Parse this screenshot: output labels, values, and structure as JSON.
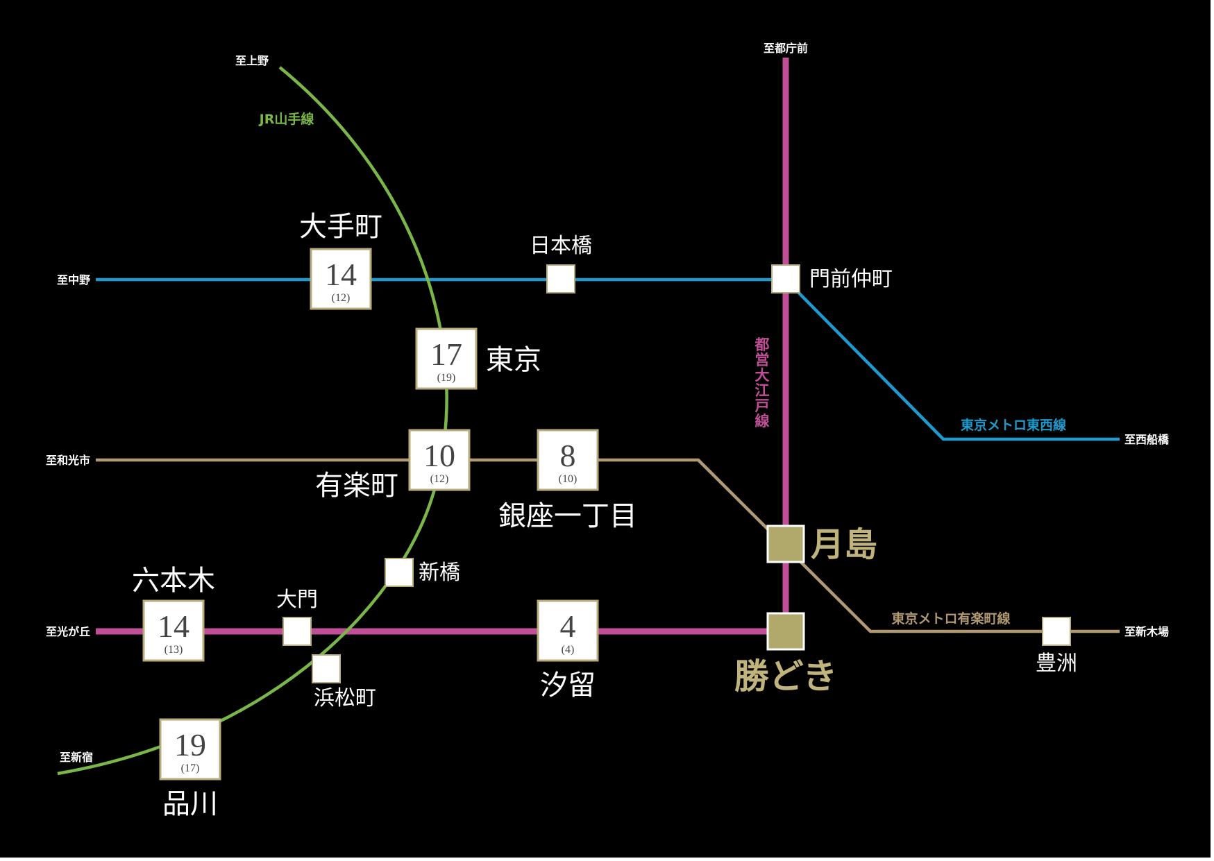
{
  "colors": {
    "background": "#000000",
    "border": "#ffffff",
    "jr_yamanote": "#7ab648",
    "toei_oedo": "#c14f97",
    "metro_tozai": "#1e9bce",
    "metro_yurakucho": "#b19a73",
    "station_fill": "#ffffff",
    "station_stroke": "#b8ac7c",
    "highlight_station": "#b1a86c",
    "highlight_text": "#c0b37c",
    "time_text": "#444444",
    "label_text": "#ffffff"
  },
  "lines": {
    "jr_yamanote": "JR山手線",
    "toei_oedo": "都営大江戸線",
    "metro_tozai": "東京メトロ東西線",
    "metro_yurakucho": "東京メトロ有楽町線"
  },
  "directions": {
    "ueno": "至上野",
    "tochomae": "至都庁前",
    "nakano": "至中野",
    "nishifunabashi": "至西船橋",
    "wakoshi": "至和光市",
    "hikarigaoka": "至光が丘",
    "shinkiba": "至新木場",
    "shinjuku": "至新宿"
  },
  "stations": {
    "otemachi": {
      "name": "大手町",
      "time": "14",
      "alt": "(12)"
    },
    "tokyo": {
      "name": "東京",
      "time": "17",
      "alt": "(19)"
    },
    "yurakucho": {
      "name": "有楽町",
      "time": "10",
      "alt": "(12)"
    },
    "ginza1": {
      "name": "銀座一丁目",
      "time": "8",
      "alt": "(10)"
    },
    "roppongi": {
      "name": "六本木",
      "time": "14",
      "alt": "(13)"
    },
    "shiodome": {
      "name": "汐留",
      "time": "4",
      "alt": "(4)"
    },
    "shinagawa": {
      "name": "品川",
      "time": "19",
      "alt": "(17)"
    },
    "nihombashi": {
      "name": "日本橋"
    },
    "monzen": {
      "name": "門前仲町"
    },
    "shimbashi": {
      "name": "新橋"
    },
    "daimon": {
      "name": "大門"
    },
    "hamamatsucho": {
      "name": "浜松町"
    },
    "toyosu": {
      "name": "豊洲"
    },
    "tsukishima": {
      "name": "月島"
    },
    "kachidoki": {
      "name": "勝どき"
    }
  }
}
